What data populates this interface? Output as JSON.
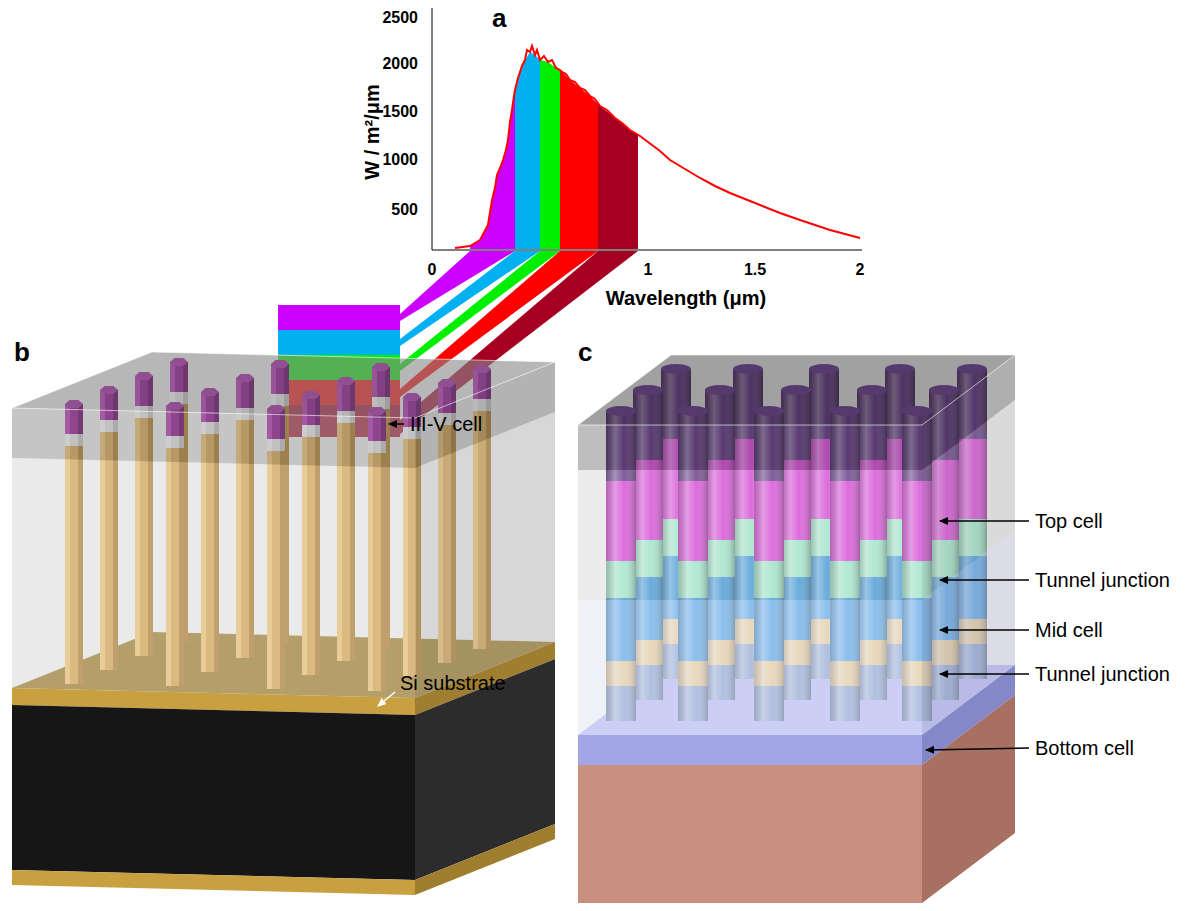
{
  "diagram": {
    "labels": [
      "a",
      "2500",
      "2000",
      "1500",
      "1000",
      "500",
      "0",
      "1",
      "1.5",
      "2",
      "Wavelength (μm)",
      "W / m²/μm",
      "b",
      "III-V cell",
      "Si substrate",
      "c",
      "Top cell",
      "Tunnel junction",
      "Mid cell",
      "Tunnel junction",
      "Bottom cell"
    ]
  }
}
